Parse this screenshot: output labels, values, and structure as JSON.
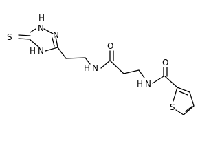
{
  "molecule": {
    "atoms": {
      "s_thione": "S",
      "n1": "N",
      "n1_h": "H",
      "n2": "N",
      "n4": "N",
      "n4_h": "H",
      "amide_n1": "N",
      "amide_n1_h": "H",
      "o1": "O",
      "amide_n2": "N",
      "amide_n2_h": "H",
      "o2": "O",
      "s_thiophene": "S"
    },
    "colors": {
      "bond": "#000000",
      "label": "#000000",
      "background": "#ffffff"
    }
  }
}
